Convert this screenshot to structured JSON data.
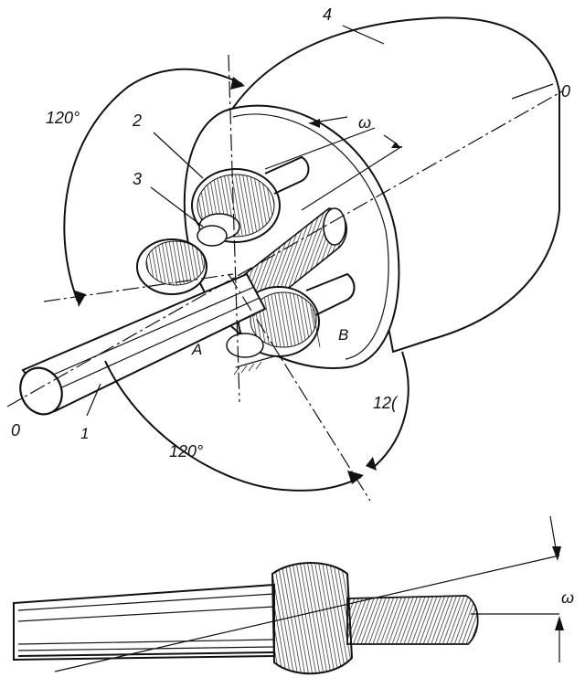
{
  "labels": {
    "part_1": "1",
    "part_2": "2",
    "part_3": "3",
    "part_4": "4",
    "axis_left": "0",
    "axis_right": "0",
    "point_a": "A",
    "point_b": "B",
    "angle_top_left": "120°",
    "angle_bottom": "120°",
    "angle_right": "12(",
    "omega_top": "ω",
    "omega_bottom": "ω"
  }
}
